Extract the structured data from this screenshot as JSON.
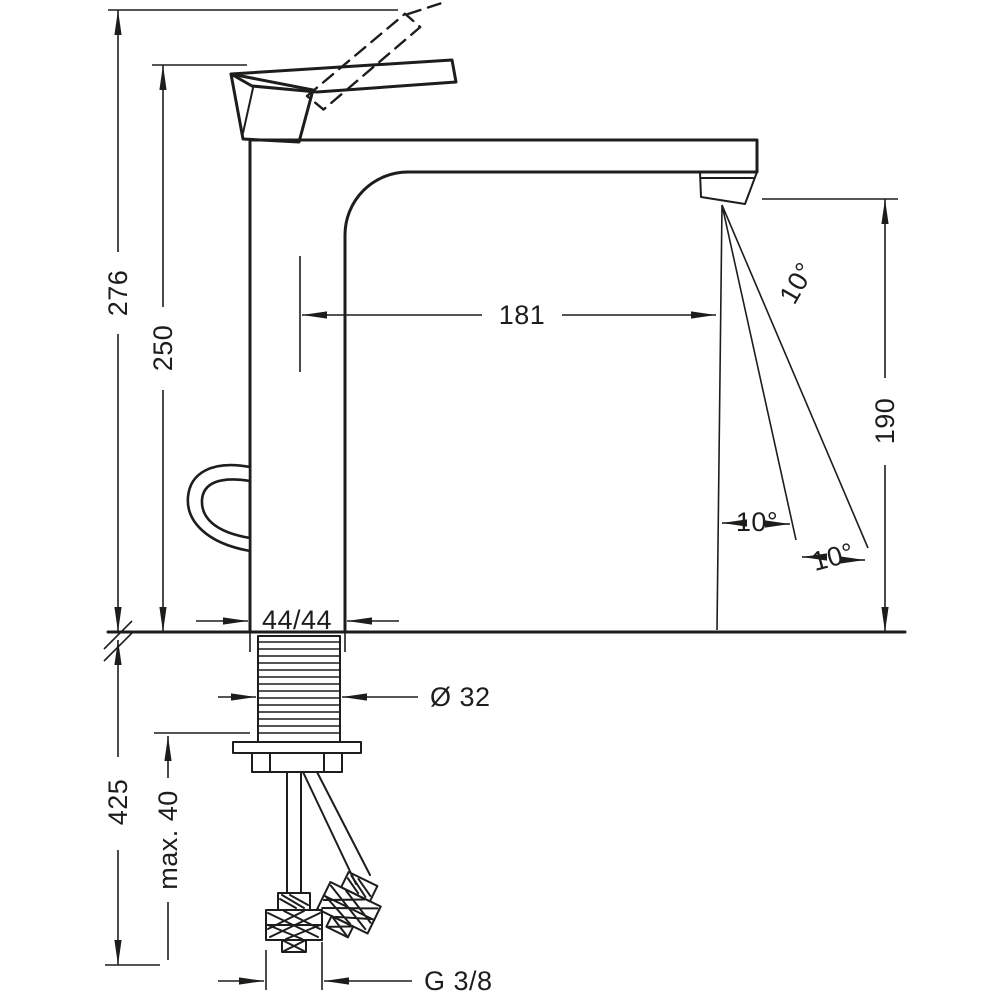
{
  "drawing": {
    "background": "#ffffff",
    "line_color": "#1d1d1b"
  },
  "dims": {
    "overall_height": "276",
    "body_height": "250",
    "spout_reach": "181",
    "outlet_height": "190",
    "angle_upper": "10°",
    "angle_inner": "10°",
    "angle_outer": "10°",
    "base_footprint": "44/44",
    "shank_diameter": "Ø 32",
    "hose_length": "425",
    "max_mounting_thickness": "max. 40",
    "connection_thread": "G 3/8"
  }
}
